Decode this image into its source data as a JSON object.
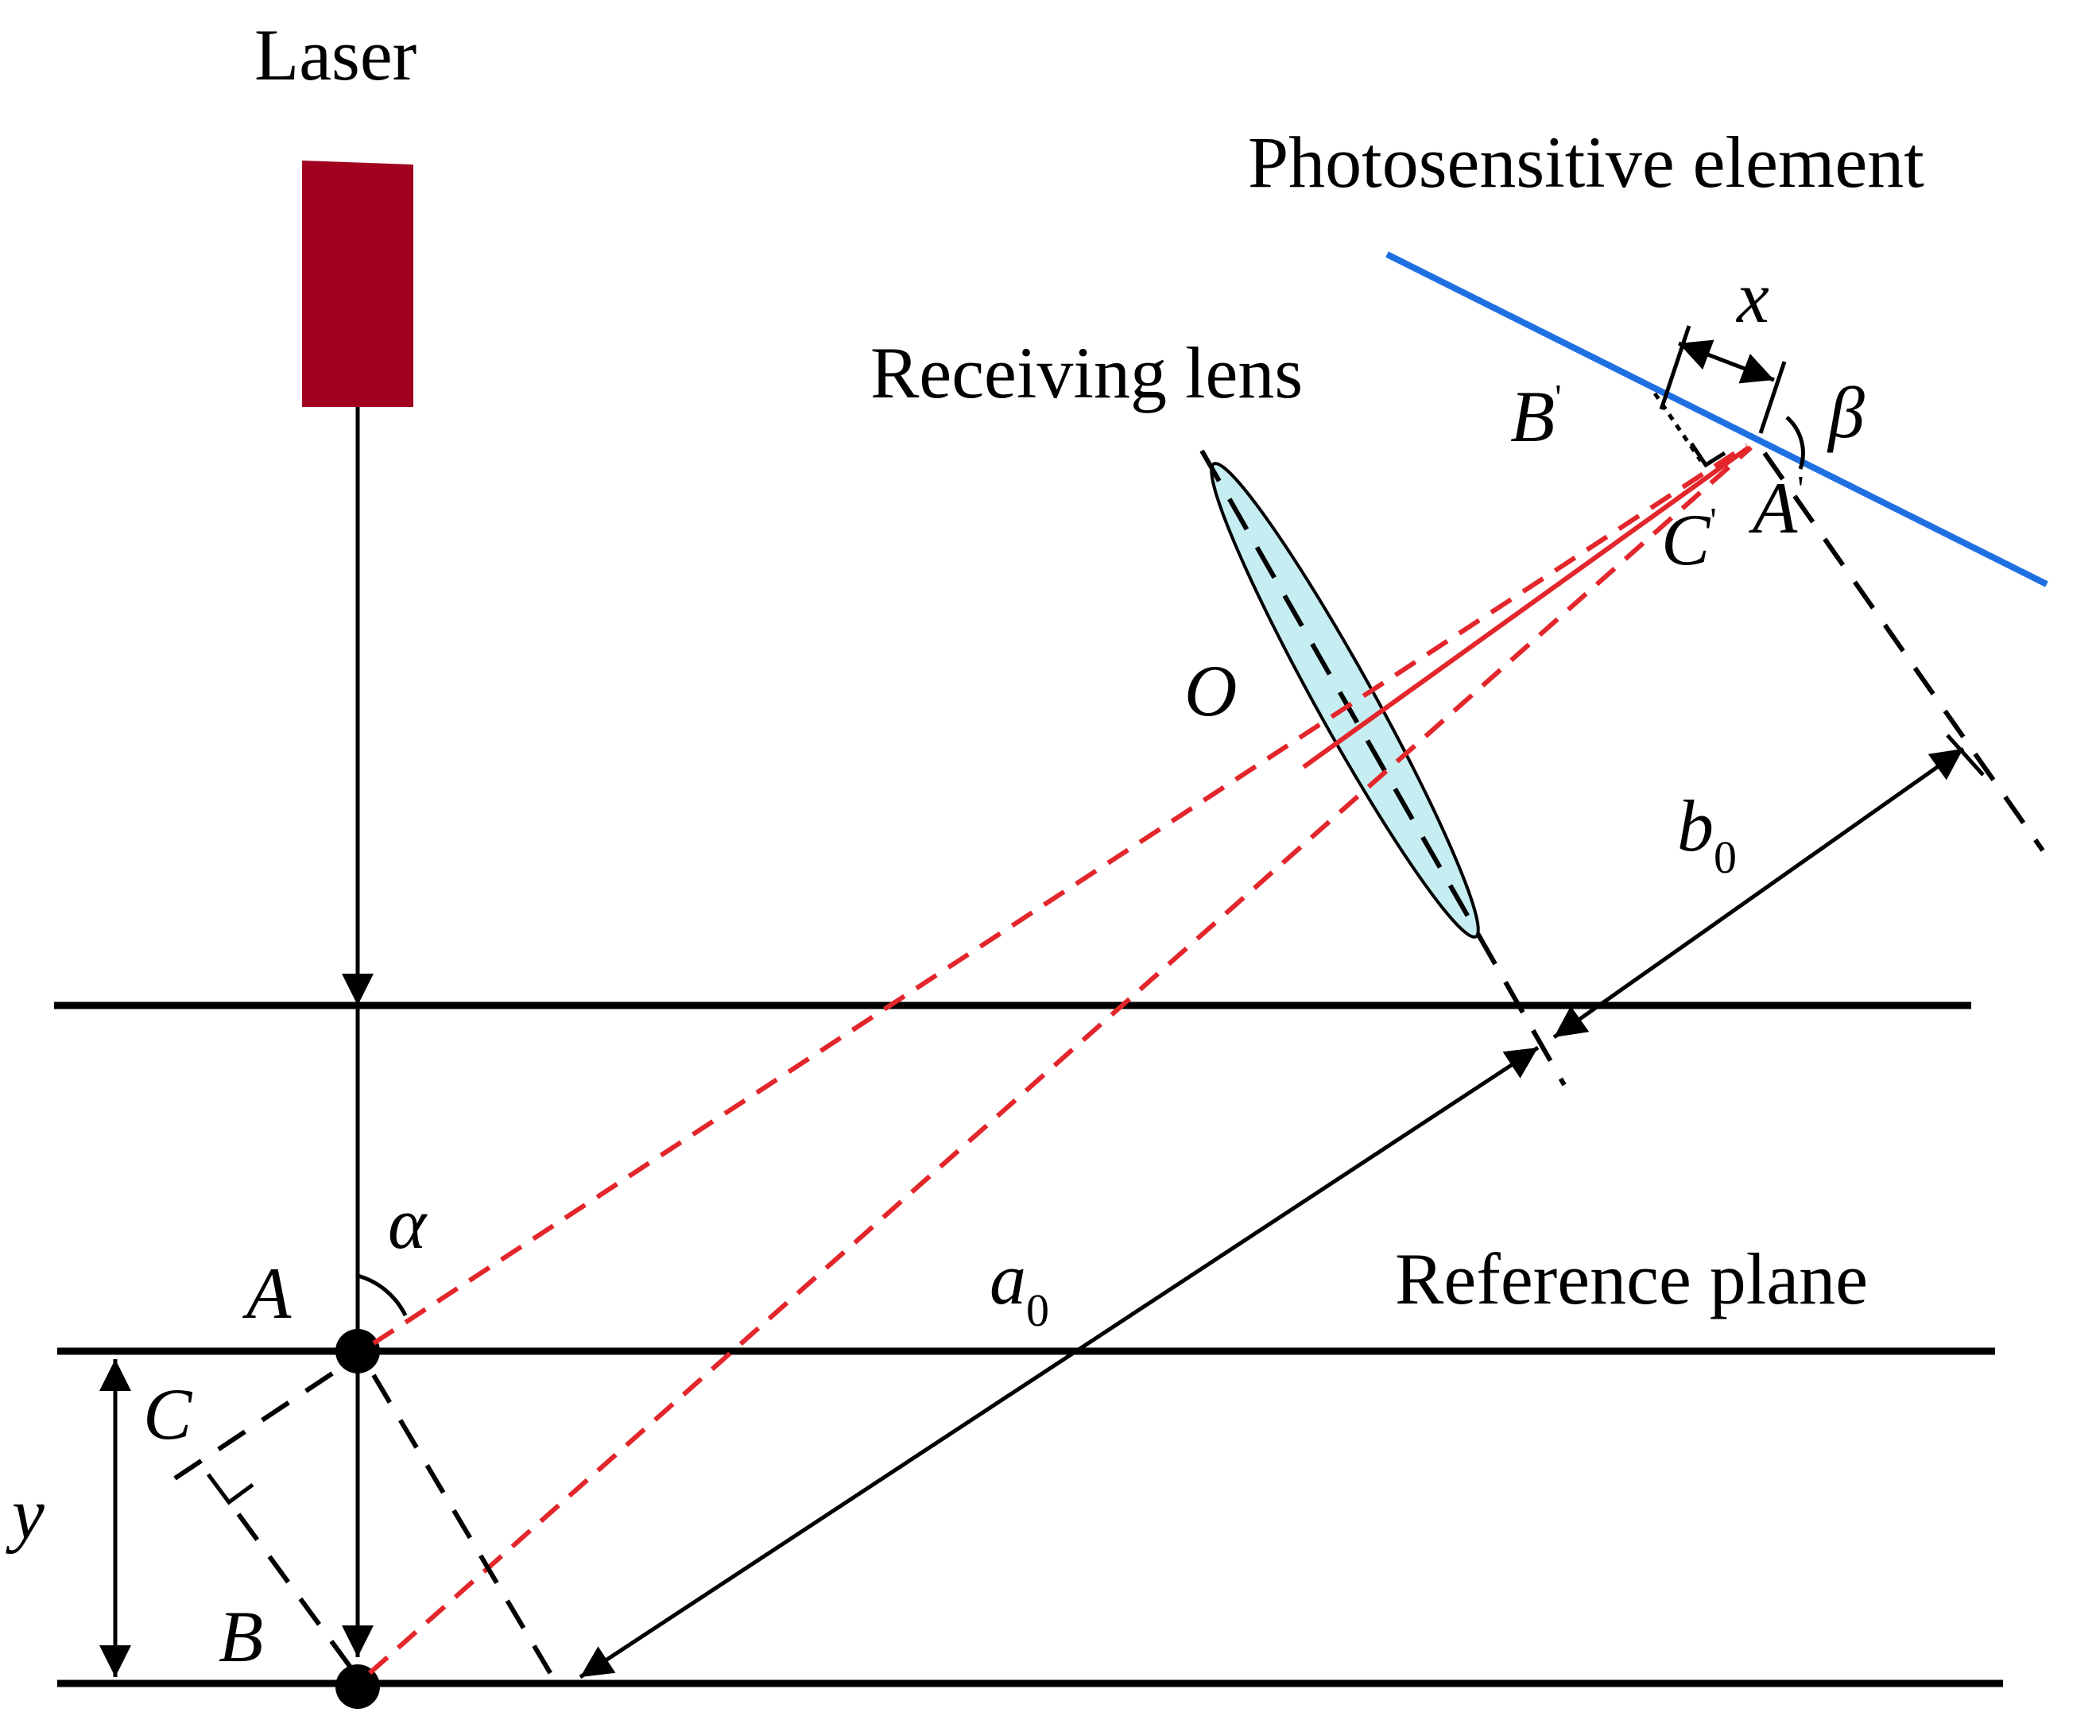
{
  "labels": {
    "laser": "Laser",
    "photosensitive_element": "Photosensitive element",
    "receiving_lens": "Receiving lens",
    "reference_plane": "Reference plane"
  },
  "symbols": {
    "x": "x",
    "beta": "β",
    "b_prime": "B",
    "c_prime": "C",
    "a_prime": "A",
    "prime_mark": "'",
    "o": "O",
    "b0": "b",
    "b0_sub": "0",
    "a0": "a",
    "a0_sub": "0",
    "alpha": "α",
    "a": "A",
    "c": "C",
    "y": "y",
    "b": "B"
  },
  "colors": {
    "laser_body": "#a1001f",
    "lens_fill": "#c6eef2",
    "sensor_line": "#1e6fe0",
    "ray": "#e3262b",
    "line": "#000000"
  }
}
